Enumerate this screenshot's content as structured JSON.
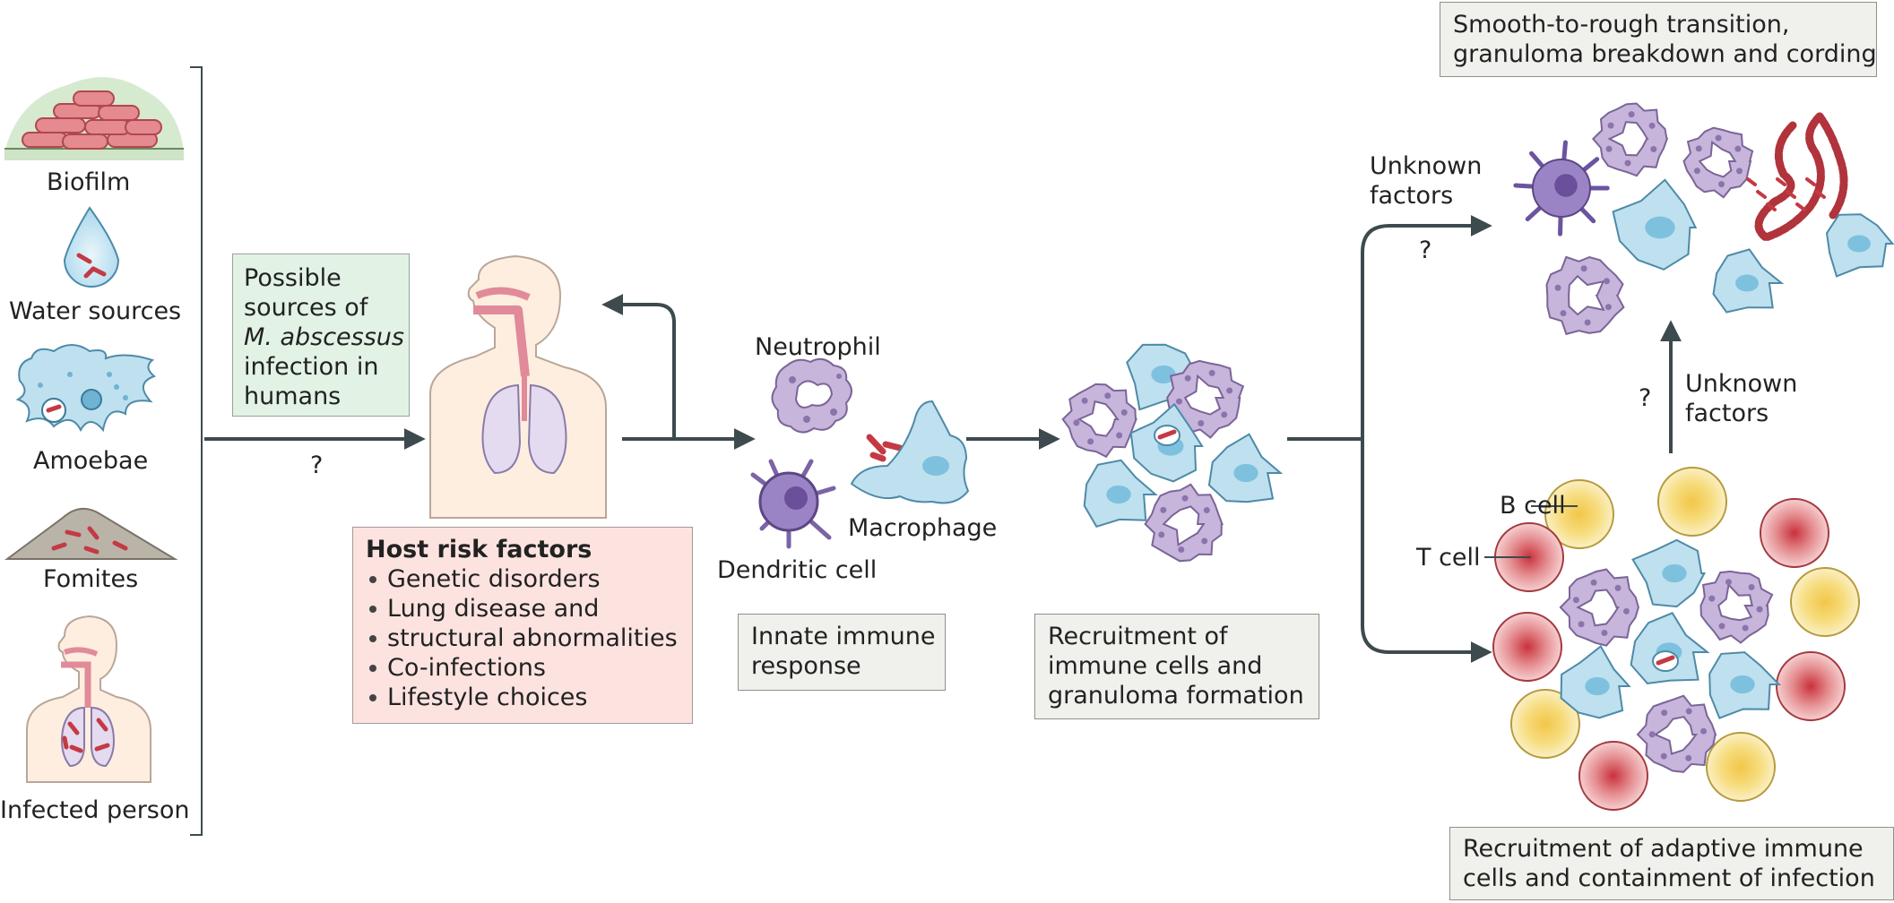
{
  "sources": {
    "biofilm": "Biofilm",
    "water": "Water sources",
    "amoebae": "Amoebae",
    "fomites": "Fomites",
    "infected": "Infected person"
  },
  "possible_sources": {
    "line1": "Possible",
    "line2": "sources of",
    "line3": "M. abscessus",
    "line4": "infection in",
    "line5": "humans"
  },
  "question_marks": {
    "q1": "?",
    "q2": "?",
    "q3": "?"
  },
  "host_risk": {
    "title": "Host risk factors",
    "items": [
      "Genetic disorders",
      "Lung disease and",
      "structural abnormalities",
      "Co-infections",
      "Lifestyle choices"
    ]
  },
  "cells": {
    "neutrophil": "Neutrophil",
    "macrophage": "Macrophage",
    "dendritic": "Dendritic cell",
    "b_cell": "B cell",
    "t_cell": "T cell"
  },
  "innate": {
    "line1": "Innate immune",
    "line2": "response"
  },
  "granuloma": {
    "line1": "Recruitment of",
    "line2": "immune cells and",
    "line3": "granuloma formation"
  },
  "rough": {
    "line1": "Smooth-to-rough transition,",
    "line2": "granuloma breakdown and cording"
  },
  "unknown1": {
    "line1": "Unknown",
    "line2": "factors"
  },
  "unknown2": {
    "line1": "Unknown",
    "line2": "factors"
  },
  "adaptive": {
    "line1": "Recruitment of adaptive immune",
    "line2": "cells and containment of infection"
  },
  "colors": {
    "arrow": "#3d4a4e",
    "neutrophil": "#c7b5dc",
    "macrophage": "#bfe0ee",
    "dendritic": "#9b84c5",
    "bacteria": "#c43a44",
    "b_cell": "#f6dc7c",
    "t_cell": "#e58f92",
    "skin": "#fdeee0",
    "lung": "#e4dbf0"
  }
}
